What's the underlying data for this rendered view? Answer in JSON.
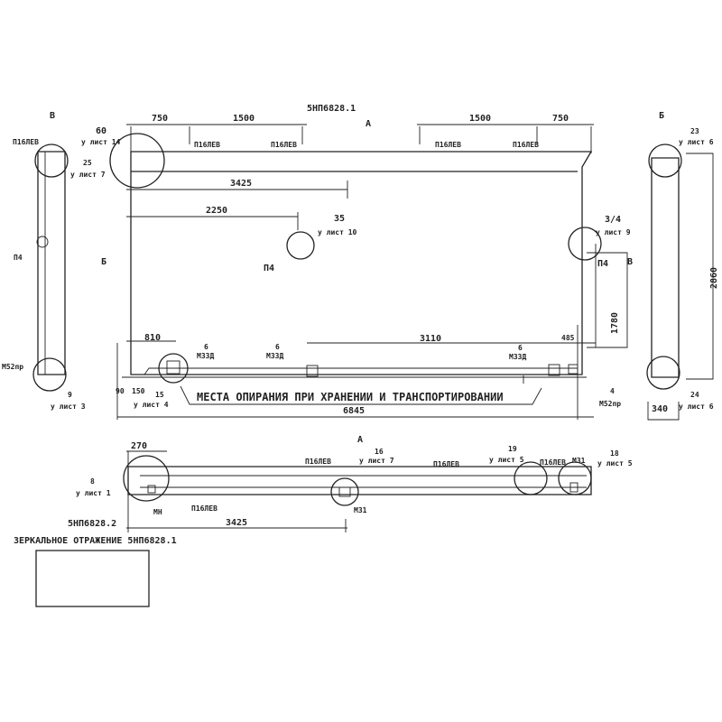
{
  "title": "5НП6828.1",
  "section_a": "А",
  "section_b": "Б",
  "section_v": "В",
  "top": {
    "d750a": "750",
    "d1500a": "1500",
    "d1500b": "1500",
    "d750b": "750",
    "ref60": "60",
    "ref60s": "у лист 14",
    "p1": "П16ЛЕВ",
    "p2": "П16ЛЕВ",
    "p3": "П16ЛЕВ",
    "p4": "П16ЛЕВ"
  },
  "main": {
    "d3425": "3425",
    "d2250": "2250",
    "r35": "35",
    "r35s": "у лист 10",
    "p4a": "П4",
    "r34": "3/4",
    "r34s": "у лист 9",
    "p4b": "П4",
    "d1780": "1780",
    "d810": "810",
    "m1n": "6",
    "m1": "М33Д",
    "m2n": "6",
    "m2": "М33Д",
    "d3110": "3110",
    "d485": "485",
    "m3n": "6",
    "m3": "М33Д",
    "d90": "90",
    "d150": "150",
    "r15": "15",
    "r15s": "у лист 4",
    "r4": "4",
    "r4s": "М52пр",
    "note": "МЕСТА ОПИРАНИЯ ПРИ ХРАНЕНИИ И ТРАНСПОРТИРОВАНИИ",
    "d6845": "6845"
  },
  "left": {
    "title": "В",
    "p": "П16ЛЕВ",
    "r25": "25",
    "r25s": "у лист 7",
    "p4": "П4",
    "m52": "М52пр",
    "r9": "9",
    "r9s": "у лист 3"
  },
  "right": {
    "title": "Б",
    "r23": "23",
    "r23s": "у лист 6",
    "d2860": "2860",
    "r24": "24",
    "r24s": "у лист 6",
    "d340": "340"
  },
  "bottom": {
    "d270": "270",
    "r8": "8",
    "r8s": "у лист 1",
    "mn": "МН",
    "p1": "П16ЛЕВ",
    "p2": "П16ЛЕВ",
    "a": "А",
    "r16": "16",
    "r16s": "у лист 7",
    "p3": "П16ЛЕВ",
    "m31a": "М31",
    "r19": "19",
    "r19s": "у лист 5",
    "p4": "П16ЛЕВ",
    "m31b": "М31",
    "r18": "18",
    "r18s": "у лист 5",
    "d3425": "3425",
    "title2": "5НП6828.2",
    "mirror": "ЗЕРКАЛЬНОЕ ОТРАЖЕНИЕ 5НП6828.1"
  }
}
